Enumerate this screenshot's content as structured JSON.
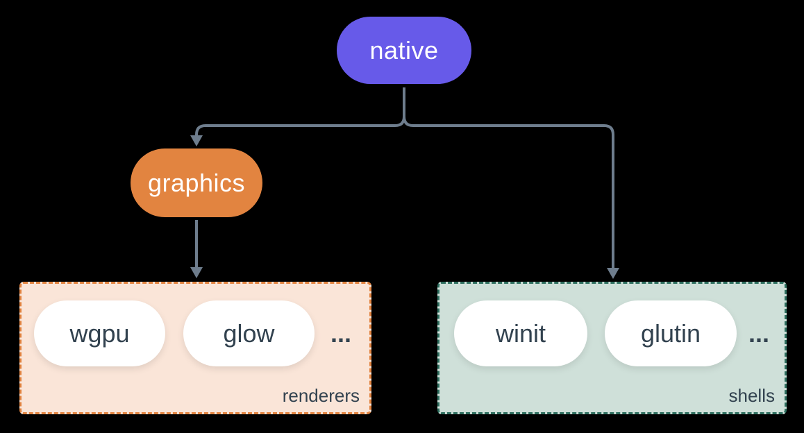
{
  "colors": {
    "background": "#000000",
    "connector": "#6e7d8d",
    "native-fill": "#675ae9",
    "graphics-fill": "#e28440",
    "renderers-fill": "#fae5d8",
    "renderers-border": "#e28440",
    "shells-fill": "#cfe0d9",
    "shells-border": "#2e6f5f",
    "pill-fill": "#ffffff",
    "pill-text": "#32424f",
    "node-text": "#ffffff",
    "group-label": "#32424f"
  },
  "diagram": {
    "nodes": {
      "native": {
        "label": "native"
      },
      "graphics": {
        "label": "graphics"
      }
    },
    "groups": {
      "renderers": {
        "label": "renderers",
        "items": [
          "wgpu",
          "glow"
        ],
        "ellipsis": "..."
      },
      "shells": {
        "label": "shells",
        "items": [
          "winit",
          "glutin"
        ],
        "ellipsis": "..."
      }
    }
  }
}
